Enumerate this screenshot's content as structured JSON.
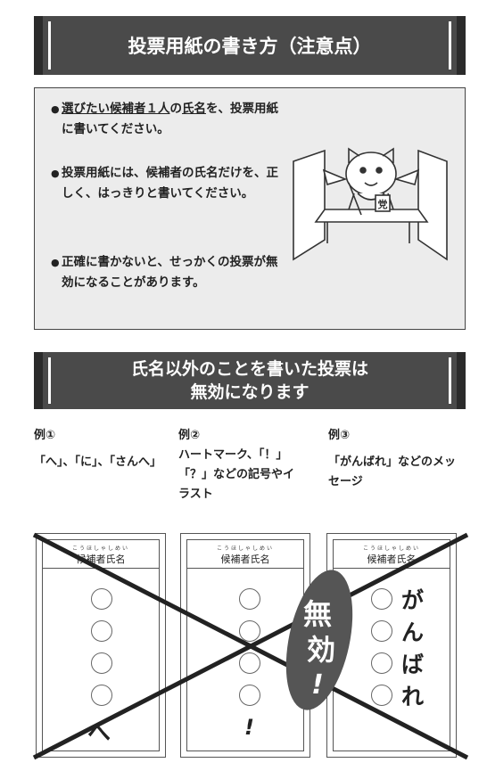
{
  "section1": {
    "title": "投票用紙の書き方（注意点）",
    "bullets": [
      {
        "pre": "",
        "u1": "選びたい候補者１人",
        "mid": "の",
        "u2": "氏名",
        "post": "を、投票用紙に書いてください。"
      },
      {
        "text": "投票用紙には、候補者の氏名だけを、正しく、はっきりと書いてください。"
      },
      {
        "text": "正確に書かないと、せっかくの投票が無効になることがあります。"
      }
    ],
    "illustration_mark": "党"
  },
  "section2": {
    "title_line1": "氏名以外のことを書いた投票は",
    "title_line2": "無効になります",
    "examples": [
      {
        "head": "例①",
        "body": "「へ」、「に」、「さんへ」"
      },
      {
        "head": "例②",
        "body": "ハートマーク、「！」「？」などの記号やイラスト"
      },
      {
        "head": "例③",
        "body": "「がんばれ」などのメッセージ"
      }
    ]
  },
  "ballot": {
    "ruby": "こうほしゃしめい",
    "title": "候補者氏名",
    "card1_mark": "へ",
    "card2_mark": "!",
    "card3_chars": [
      "が",
      "ん",
      "ば",
      "れ"
    ],
    "invalid_stamp": "無効",
    "invalid_excl": "!"
  }
}
